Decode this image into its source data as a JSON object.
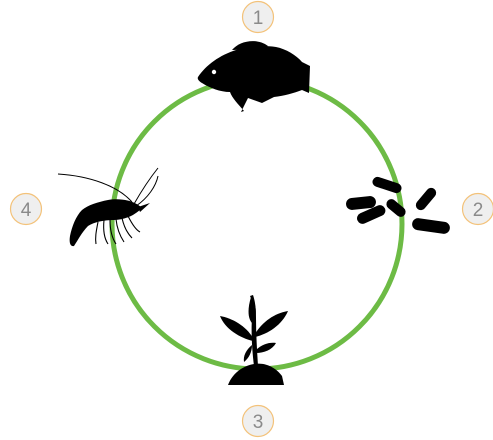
{
  "cycle": {
    "ring_color": "#6dbb45",
    "badge_fill": "#efefef",
    "badge_stroke": "#f3c27a",
    "stages": [
      {
        "number": "1",
        "icon": "fish-icon"
      },
      {
        "number": "2",
        "icon": "bacteria-icon"
      },
      {
        "number": "3",
        "icon": "plant-icon"
      },
      {
        "number": "4",
        "icon": "shrimp-icon"
      }
    ]
  }
}
